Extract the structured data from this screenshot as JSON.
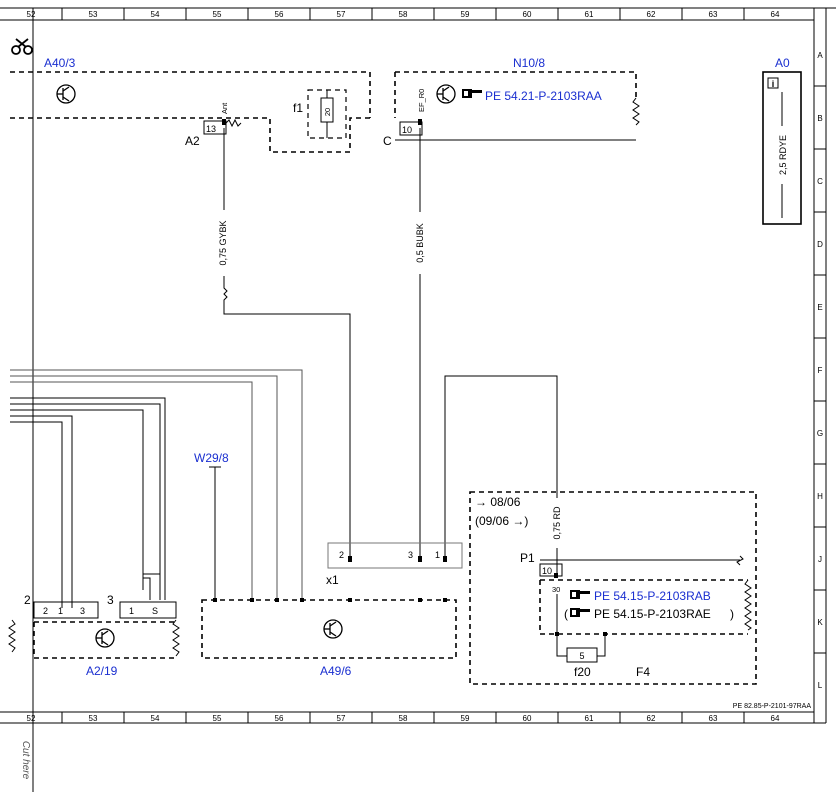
{
  "ruler": {
    "columns": [
      "52",
      "53",
      "54",
      "55",
      "56",
      "57",
      "58",
      "59",
      "60",
      "61",
      "62",
      "63",
      "64"
    ],
    "rows": [
      "A",
      "B",
      "C",
      "D",
      "E",
      "F",
      "G",
      "H",
      "J",
      "K",
      "L"
    ]
  },
  "components": {
    "a40_3": "A40/3",
    "n10_8": "N10/8",
    "a0": "A0",
    "w29_8": "W29/8",
    "a2_19": "A2/19",
    "a49_6": "A49/6"
  },
  "connectors": {
    "a2": "A2",
    "c": "C",
    "x1": "x1",
    "p1": "P1",
    "f1": "f1",
    "f20": "f20",
    "f4": "F4"
  },
  "pins": {
    "a40_13": "13",
    "a40_ant": "Ant",
    "f1_fuse": "20",
    "n10_10": "10",
    "n10_ef": "EF_R0",
    "x1_2": "2",
    "x1_3": "3",
    "x1_1": "1",
    "p1_10": "10",
    "p1_30": "30",
    "f20_5": "5",
    "a2_2": "2",
    "a2_1": "1",
    "a2_3": "3",
    "a2_grp2": "2",
    "a2_grp3": "3",
    "a2_s1": "1",
    "a2_s": "S"
  },
  "wires": {
    "w_gybk": "0,75 GYBK",
    "w_bubk": "0,5 BUBK",
    "w_rd": "0,75 RD",
    "w_a0": "2,5 RDYE"
  },
  "references": {
    "n10": "PE 54.21-P-2103RAA",
    "f4_a": "PE 54.15-P-2103RAB",
    "f4_b": "PE 54.15-P-2103RAE",
    "f4_b_open": "(",
    "f4_b_close": ")"
  },
  "dates": {
    "until": "→ 08/06",
    "from": "(09/06 →)"
  },
  "footer": {
    "doc_ref": "PE 82.85-P-2101-97RAA",
    "cut_here": "Cut here"
  },
  "icons": {
    "scissors": "scissors-icon",
    "info": "info-icon",
    "pointing_hand": "pointing-hand-icon",
    "transistor": "transistor-icon"
  }
}
